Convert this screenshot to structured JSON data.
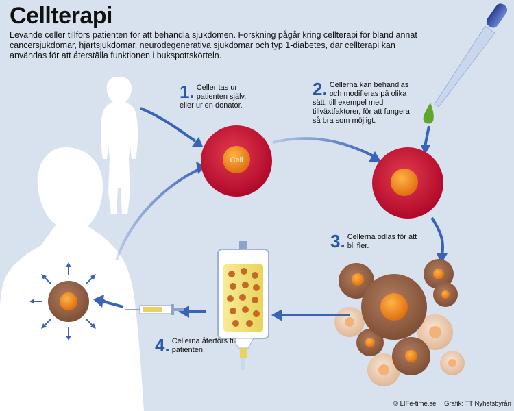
{
  "title": "Cellterapi",
  "intro": "Levande celler tillförs patienten för att behandla sjukdomen. Forskning pågår kring cellterapi för bland annat cancersjukdomar, hjärtsjukdomar, neurodegenerativa sjukdomar och typ 1-diabetes, där cellterapi kan användas för att återställa funktionen i bukspottskörteln.",
  "steps": [
    {
      "num": "1.",
      "text": "Celler tas ur patienten själv, eller ur en donator."
    },
    {
      "num": "2.",
      "text": "Cellerna kan behandlas och modifieras på olika sätt, till exempel med tillväxtfaktorer, för att fungera så bra som möjligt."
    },
    {
      "num": "3.",
      "text": "Cellerna odlas för att bli fler."
    },
    {
      "num": "4.",
      "text": "Cellerna återförs till patienten."
    }
  ],
  "cell_label": "Cell",
  "credits": {
    "source": "© LIFe-time.se",
    "graphic": "Grafik: TT Nyhetsbyrån"
  },
  "colors": {
    "background": "#d8e2ee",
    "cell_red": "#c8102e",
    "nucleus_orange": "#f08a1c",
    "arrow_blue": "#3a63b8",
    "cultured_brown": "#9b6a4f",
    "bag_yellow": "#f1e27a",
    "silhouette": "#ffffff"
  }
}
